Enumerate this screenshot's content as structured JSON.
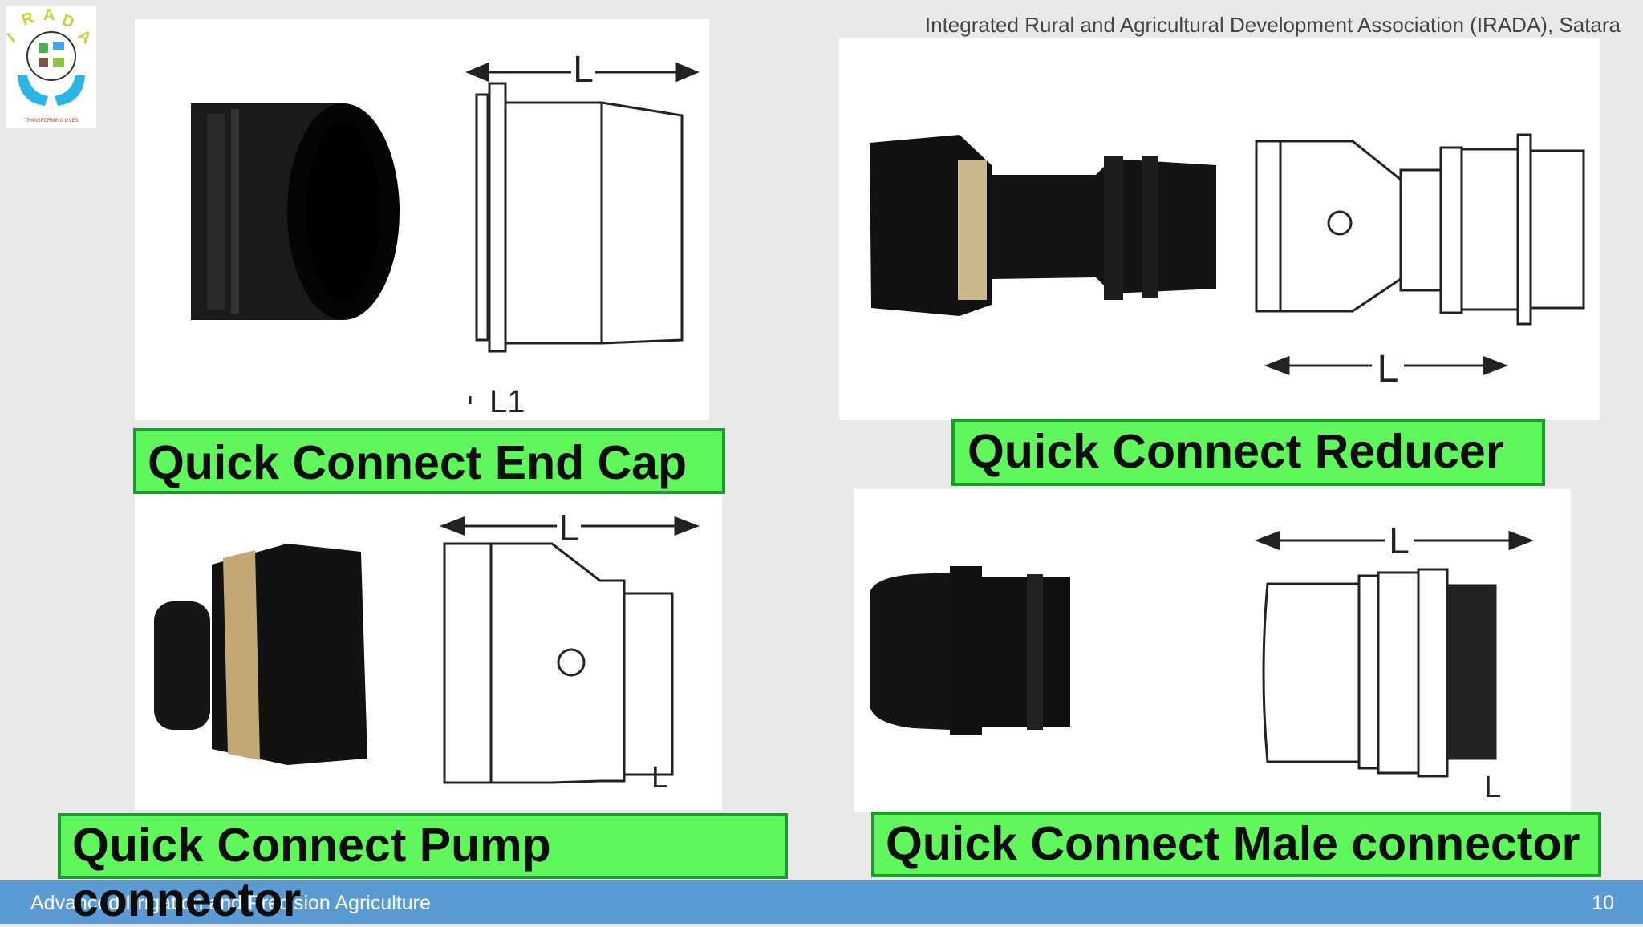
{
  "header": {
    "organization": "Integrated Rural and Agricultural Development Association (IRADA), Satara"
  },
  "logo": {
    "letters": [
      "I",
      "R",
      "A",
      "D",
      "A"
    ],
    "tagline": "TRANSFORMING LIVES"
  },
  "products": [
    {
      "label": "Quick Connect  End Cap",
      "dimension_labels": [
        "L",
        "L1"
      ]
    },
    {
      "label": "Quick Connect  Reducer",
      "dimension_labels": [
        "L"
      ]
    },
    {
      "label": "Quick Connect Pump connector",
      "dimension_labels": [
        "L",
        "L"
      ]
    },
    {
      "label": "Quick Connect  Male connector",
      "dimension_labels": [
        "L",
        "L"
      ]
    }
  ],
  "footer": {
    "text": "Advanced Irrigation and Precision Agriculture",
    "page_number": "10"
  },
  "colors": {
    "label_fill": "#5ff75c",
    "label_border": "#1c9a2b",
    "footer_bar": "#5b9bd5",
    "background": "#e9e9e9"
  }
}
